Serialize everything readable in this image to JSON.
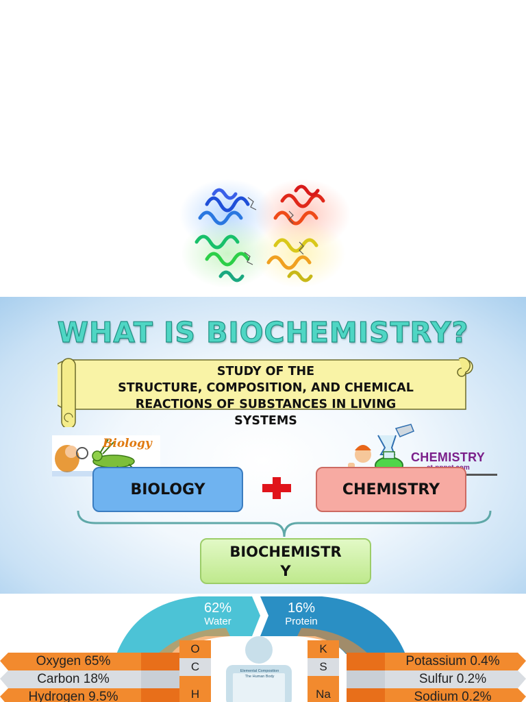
{
  "protein": {
    "alt": "protein-structure-illustration"
  },
  "slide": {
    "title": "WHAT IS BIOCHEMISTRY?",
    "definition_lines": [
      "STUDY OF THE",
      "STRUCTURE, COMPOSITION, AND CHEMICAL",
      "REACTIONS OF SUBSTANCES IN LIVING",
      "SYSTEMS"
    ],
    "biology_clipart_word": "Biology",
    "chemistry_clipart_word": "CHEMISTRY",
    "chemistry_clipart_sub": "at-pppst.com",
    "biology_label": "BIOLOGY",
    "chemistry_label": "CHEMISTRY",
    "result_line1": "BIOCHEMISTR",
    "result_line2": "Y",
    "colors": {
      "biology": "#6fb3f0",
      "chemistry": "#f7aaa2",
      "result": "#c8eea0",
      "plus": "#e0141b",
      "title": "#4fd6c4"
    }
  },
  "infographic": {
    "water": {
      "percent": "62%",
      "label": "Water"
    },
    "protein": {
      "percent": "16%",
      "label": "Protein"
    },
    "card_title": "Elemental Composition",
    "card_subtitle": "The Human Body",
    "left_elements": [
      {
        "name": "Oxygen 65%",
        "symbol": "O"
      },
      {
        "name": "Carbon 18%",
        "symbol": "C"
      },
      {
        "name": "Hydrogen 9.5%",
        "symbol": "H"
      }
    ],
    "right_elements": [
      {
        "name": "Potassium 0.4%",
        "symbol": "K"
      },
      {
        "name": "Sulfur 0.2%",
        "symbol": "S"
      },
      {
        "name": "Sodium 0.2%",
        "symbol": "Na"
      }
    ],
    "colors": {
      "water": "#4cc3d6",
      "protein": "#2a8fc4",
      "orange": "#f28a2e",
      "gray": "#d9dde2",
      "card": "#c8dfea"
    }
  }
}
